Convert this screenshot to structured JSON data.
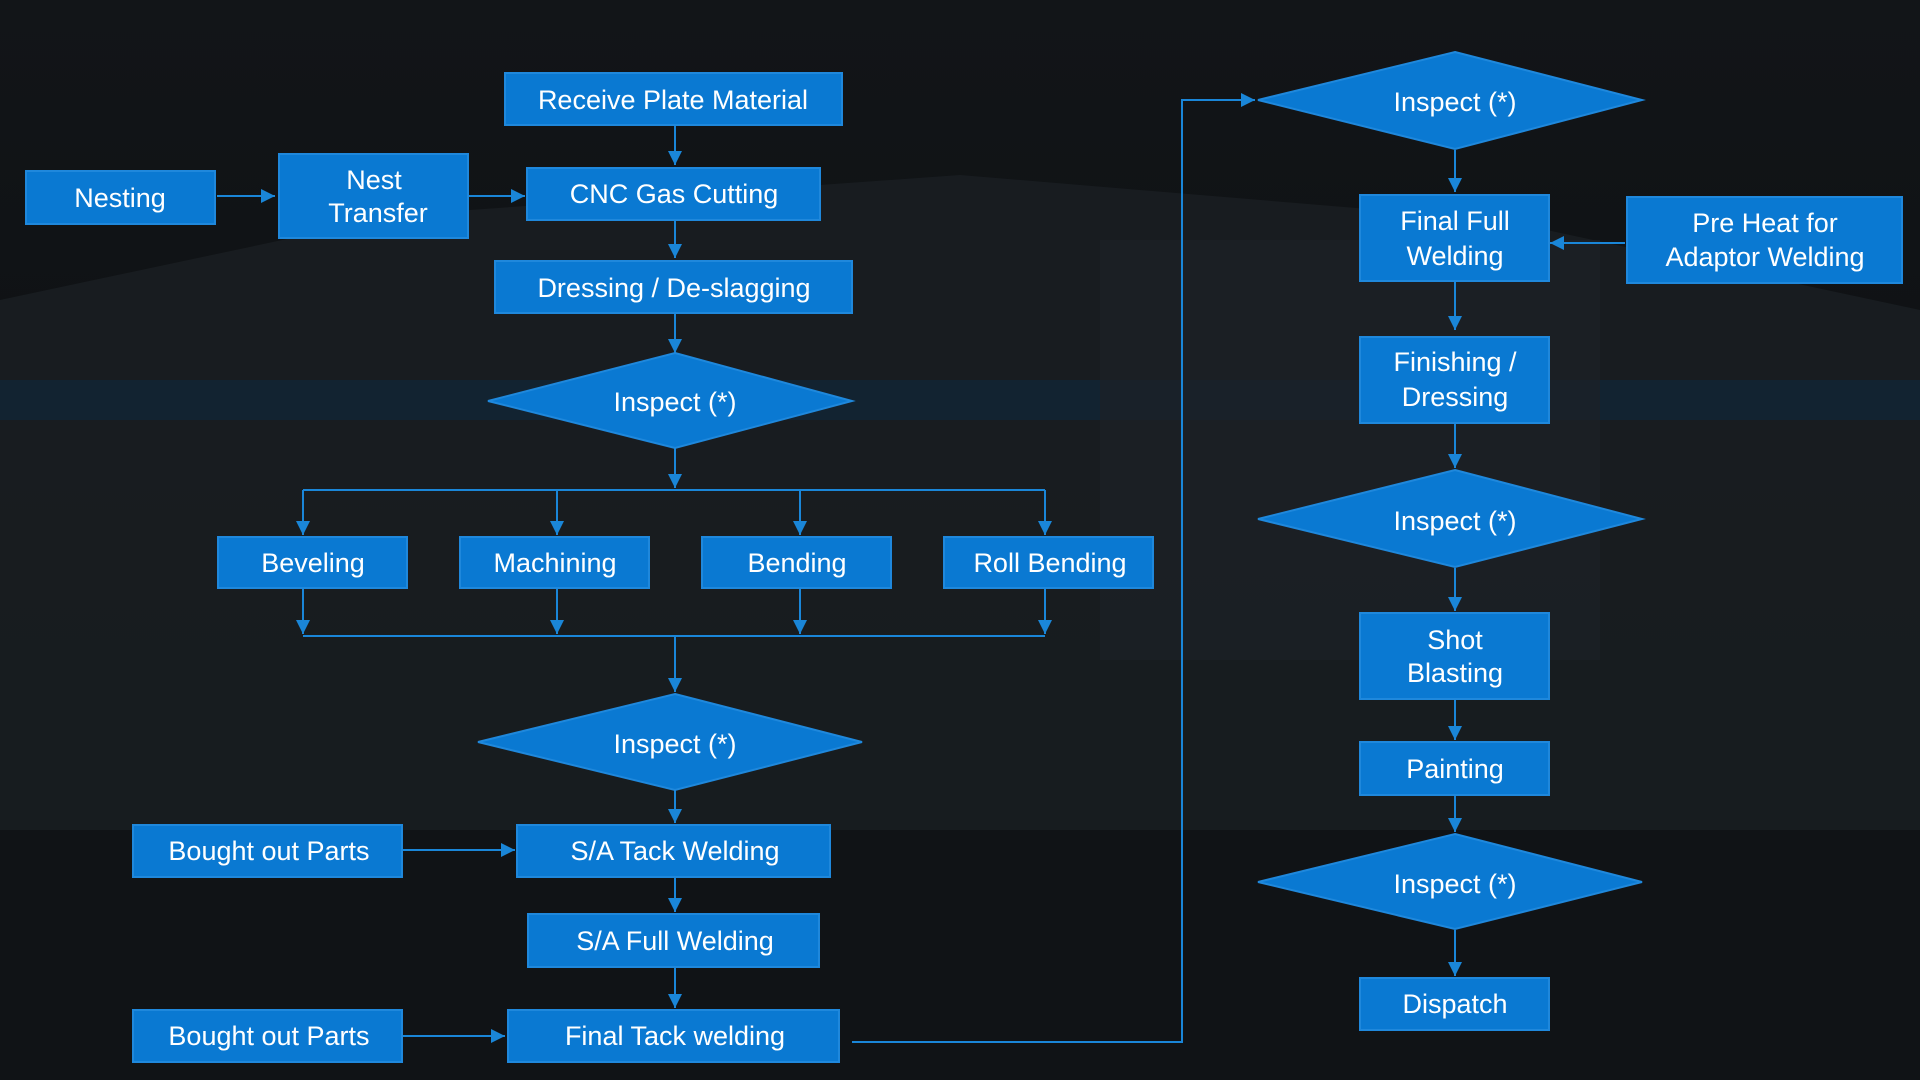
{
  "colors": {
    "node_fill": "#0a79d2",
    "node_edge": "#1f88dc",
    "connector": "#1a86d8",
    "background": "#0d1013",
    "text": "#ffffff"
  },
  "nodes": {
    "receive_plate": "Receive  Plate Material",
    "nesting": "Nesting",
    "nest_transfer": [
      "Nest",
      "Transfer"
    ],
    "cnc_gas_cutting": "CNC Gas Cutting",
    "dressing": "Dressing / De-slagging",
    "inspect_1": "Inspect (*)",
    "beveling": "Beveling",
    "machining": "Machining",
    "bending": "Bending",
    "roll_bending": "Roll Bending",
    "inspect_2": "Inspect (*)",
    "bought_out_1": "Bought out Parts",
    "sa_tack": "S/A Tack Welding",
    "sa_full": "S/A Full Welding",
    "bought_out_2": "Bought out Parts",
    "final_tack": "Final Tack welding",
    "inspect_3": "Inspect (*)",
    "final_full": [
      "Final Full",
      "Welding"
    ],
    "pre_heat": [
      "Pre Heat for",
      "Adaptor Welding"
    ],
    "finishing": [
      "Finishing /",
      "Dressing"
    ],
    "inspect_4": "Inspect (*)",
    "shot_blasting": [
      "Shot",
      "Blasting"
    ],
    "painting": "Painting",
    "inspect_5": "Inspect (*)",
    "dispatch": "Dispatch"
  }
}
